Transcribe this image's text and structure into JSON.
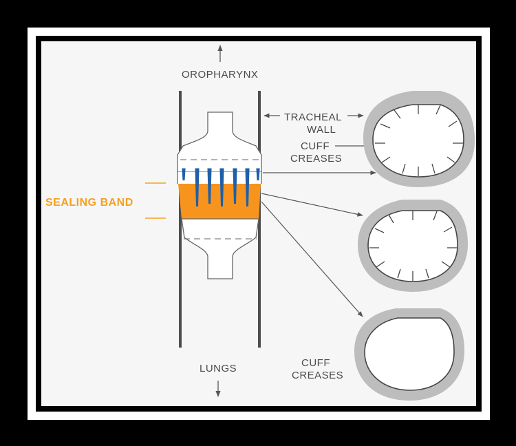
{
  "labels": {
    "top": "OROPHARYNX",
    "tracheal_1": "TRACHEAL",
    "tracheal_2": "WALL",
    "cuff_1": "CUFF",
    "cuff_2": "CREASES",
    "sealing": "SEALING BAND",
    "bottom": "LUNGS",
    "cuff_bottom_1": "CUFF",
    "cuff_bottom_2": "CREASES"
  },
  "colors": {
    "sealing_band": "#f7941d",
    "crease_marks": "#1f5fa8",
    "ring": "#b8b8b8",
    "line": "#4d4d4d"
  }
}
